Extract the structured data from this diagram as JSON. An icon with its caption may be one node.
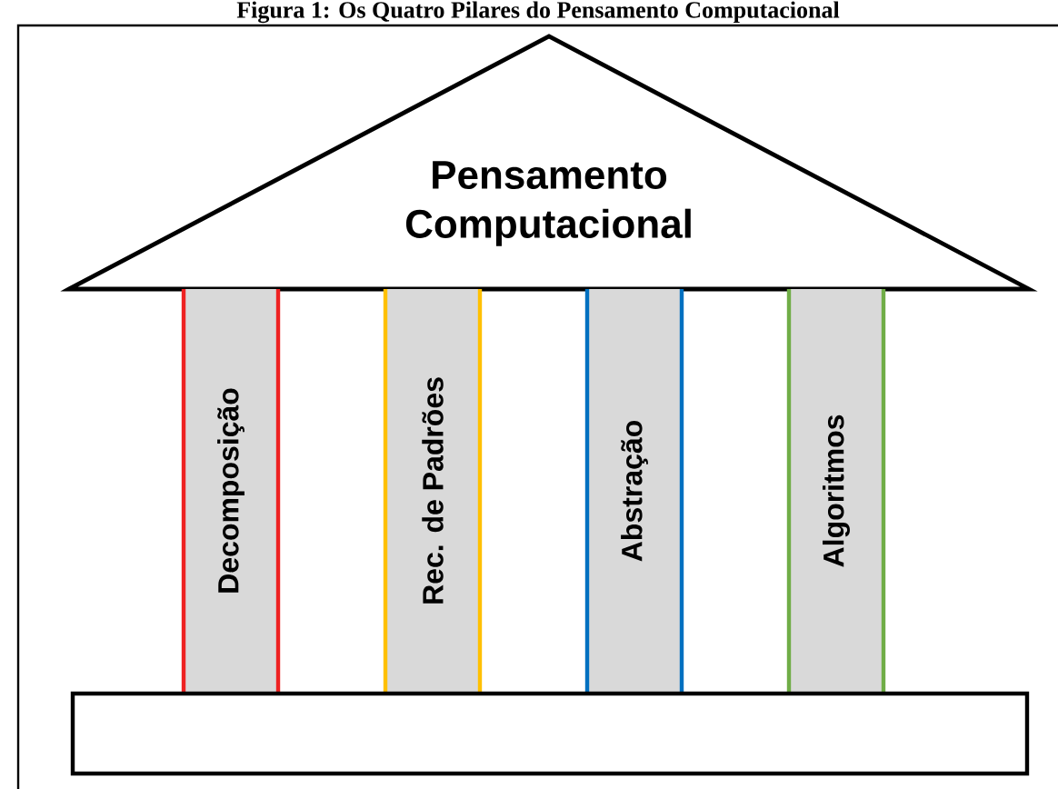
{
  "diagram": {
    "title": "Figura 1: Os Quatro Pilares do Pensamento Computacional",
    "nodes": [
      {
        "text": [
          "Pensamento Computacional"
        ]
      },
      {
        "text": [
          "Decomposição"
        ]
      },
      {
        "text": [
          "Rec. de Padrões"
        ]
      },
      {
        "text": [
          "Abstração"
        ]
      },
      {
        "text": [
          "Algoritmos"
        ]
      },
      {
        "text": [],
        "shape": "box"
      }
    ]
  }
}
